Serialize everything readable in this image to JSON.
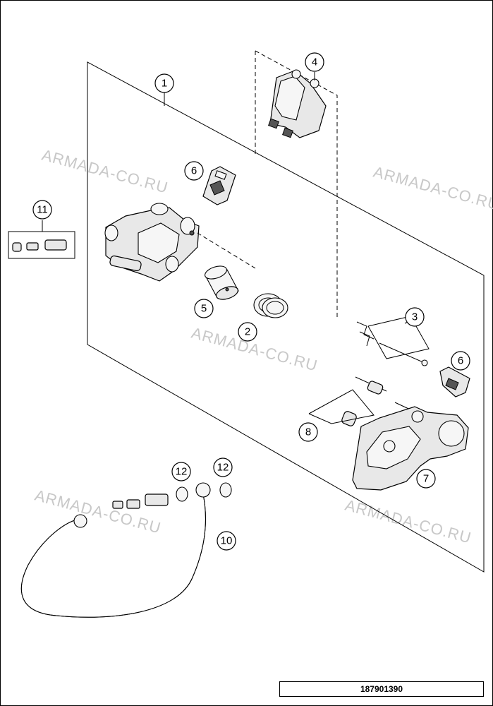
{
  "watermarks": [
    "ARMADA-CO.RU",
    "ARMADA-CO.RU",
    "ARMADA-CO.RU",
    "ARMADA-CO.RU",
    "ARMADA-CO.RU"
  ],
  "callouts": [
    "1",
    "2",
    "3",
    "4",
    "5",
    "6",
    "6",
    "7",
    "8",
    "10",
    "11",
    "12",
    "12"
  ],
  "drawing_number": "187901390"
}
